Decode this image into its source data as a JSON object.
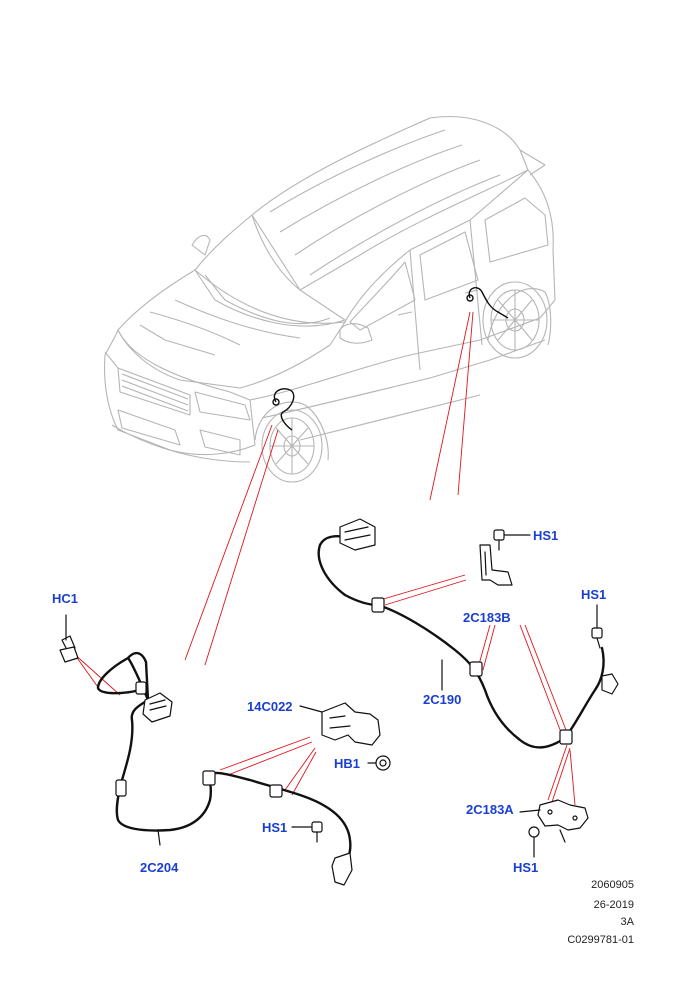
{
  "callouts": {
    "hs1_top": "HS1",
    "hc1": "HC1",
    "hs1_right": "HS1",
    "c183b": "2C183B",
    "c14022": "14C022",
    "c190": "2C190",
    "hb1": "HB1",
    "hs1_left": "HS1",
    "c183a": "2C183A",
    "c204": "2C204",
    "hs1_bottom": "HS1"
  },
  "footer": {
    "line1": "2060905",
    "line2": "26-2019",
    "line3": "3A",
    "line4": "C0299781-01"
  },
  "colors": {
    "callout_text": "#1a3fd0",
    "leader_lines": "#e0151c",
    "part_lines": "#111111",
    "vehicle_outline": "#b0b0b0"
  }
}
